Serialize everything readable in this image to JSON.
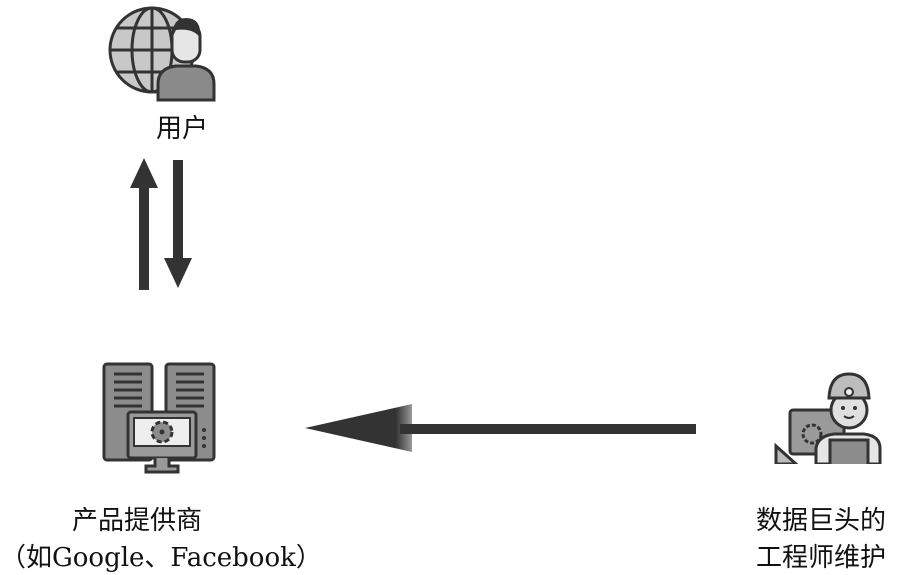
{
  "nodes": {
    "user": {
      "label": "用户",
      "icon": "globe-user-icon"
    },
    "provider": {
      "label": "产品提供商",
      "sublabel": "（如Google、Facebook）",
      "icon": "server-computer-icon"
    },
    "engineer": {
      "label_line1": "数据巨头的",
      "label_line2": "工程师维护",
      "icon": "engineer-icon"
    }
  },
  "colors": {
    "icon_fill": "#9a9a9a",
    "icon_stroke": "#333333",
    "arrow": "#333333"
  }
}
